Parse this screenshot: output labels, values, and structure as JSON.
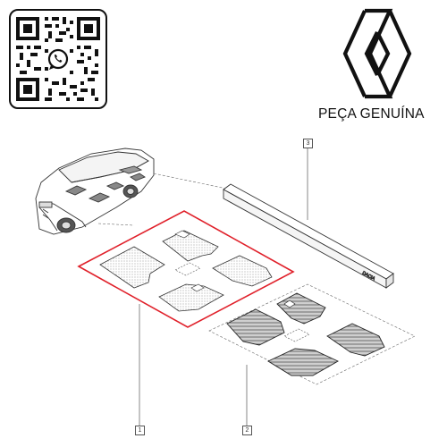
{
  "header": {
    "tagline": "PEÇA GENUÍNA",
    "qr_icon": "whatsapp-icon",
    "logo_icon": "renault-diamond-logo"
  },
  "diagram": {
    "callouts": [
      {
        "id": "callout-1",
        "label": "1"
      },
      {
        "id": "callout-2",
        "label": "2"
      },
      {
        "id": "callout-3",
        "label": "3"
      }
    ],
    "box_label": "DACIA"
  },
  "colors": {
    "highlight": "#e0202a",
    "line": "#555555"
  }
}
